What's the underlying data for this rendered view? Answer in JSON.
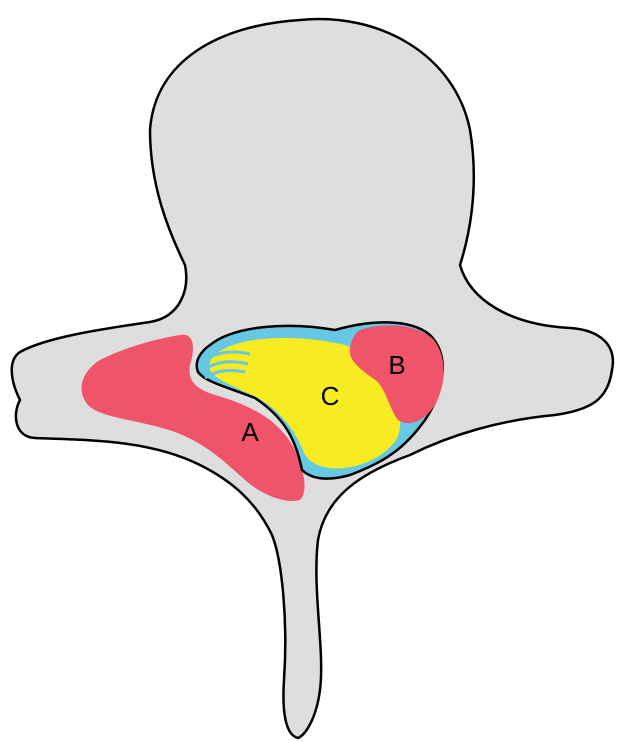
{
  "colors": {
    "bone": "#dededf",
    "outline": "#000000",
    "region_a": "#ef546b",
    "region_b": "#ef546b",
    "region_c": "#f7ec21",
    "canal_border": "#66c8e2"
  },
  "labels": {
    "a": "A",
    "b": "B",
    "c": "C"
  }
}
